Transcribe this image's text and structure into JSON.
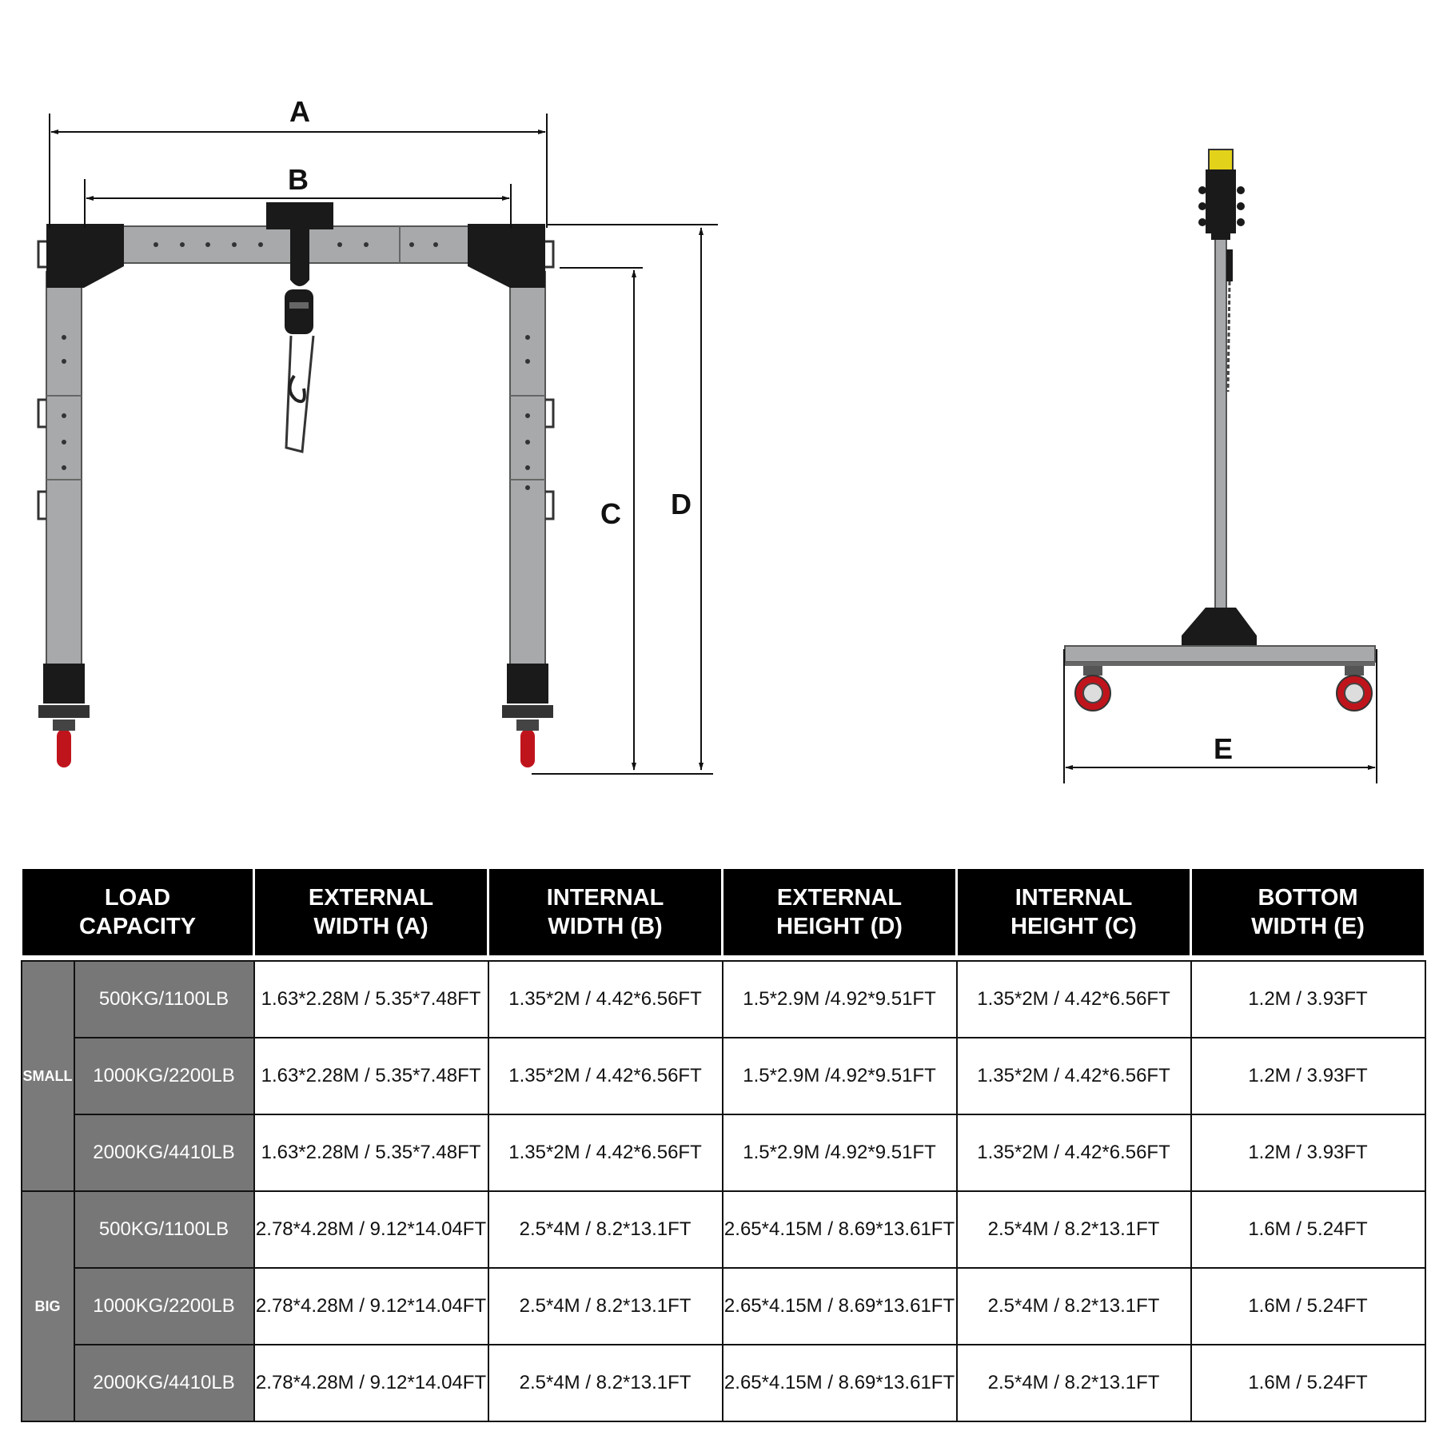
{
  "diagram": {
    "labels": {
      "a": "A",
      "b": "B",
      "c": "C",
      "d": "D",
      "e": "E"
    },
    "colors": {
      "frame": "#a7a9ab",
      "bracket": "#1a1a1a",
      "wheel": "#c0141c",
      "yellow": "#e3d21a"
    }
  },
  "table": {
    "headers": [
      "LOAD\nCAPACITY",
      "EXTERNAL\nWIDTH (A)",
      "INTERNAL\nWIDTH (B)",
      "EXTERNAL\nHEIGHT (D)",
      "INTERNAL\nHEIGHT (C)",
      "BOTTOM\nWIDTH (E)"
    ],
    "groups": [
      {
        "name": "SMALL",
        "rows": [
          {
            "capacity": "500KG/1100LB",
            "ext_width": "1.63*2.28M / 5.35*7.48FT",
            "int_width": "1.35*2M / 4.42*6.56FT",
            "ext_height": "1.5*2.9M /4.92*9.51FT",
            "int_height": "1.35*2M / 4.42*6.56FT",
            "bottom_width": "1.2M / 3.93FT"
          },
          {
            "capacity": "1000KG/2200LB",
            "ext_width": "1.63*2.28M / 5.35*7.48FT",
            "int_width": "1.35*2M / 4.42*6.56FT",
            "ext_height": "1.5*2.9M /4.92*9.51FT",
            "int_height": "1.35*2M / 4.42*6.56FT",
            "bottom_width": "1.2M / 3.93FT"
          },
          {
            "capacity": "2000KG/4410LB",
            "ext_width": "1.63*2.28M / 5.35*7.48FT",
            "int_width": "1.35*2M / 4.42*6.56FT",
            "ext_height": "1.5*2.9M /4.92*9.51FT",
            "int_height": "1.35*2M / 4.42*6.56FT",
            "bottom_width": "1.2M / 3.93FT"
          }
        ]
      },
      {
        "name": "BIG",
        "rows": [
          {
            "capacity": "500KG/1100LB",
            "ext_width": "2.78*4.28M / 9.12*14.04FT",
            "int_width": "2.5*4M / 8.2*13.1FT",
            "ext_height": "2.65*4.15M / 8.69*13.61FT",
            "int_height": "2.5*4M / 8.2*13.1FT",
            "bottom_width": "1.6M / 5.24FT"
          },
          {
            "capacity": "1000KG/2200LB",
            "ext_width": "2.78*4.28M / 9.12*14.04FT",
            "int_width": "2.5*4M / 8.2*13.1FT",
            "ext_height": "2.65*4.15M / 8.69*13.61FT",
            "int_height": "2.5*4M / 8.2*13.1FT",
            "bottom_width": "1.6M / 5.24FT"
          },
          {
            "capacity": "2000KG/4410LB",
            "ext_width": "2.78*4.28M / 9.12*14.04FT",
            "int_width": "2.5*4M / 8.2*13.1FT",
            "ext_height": "2.65*4.15M / 8.69*13.61FT",
            "int_height": "2.5*4M / 8.2*13.1FT",
            "bottom_width": "1.6M / 5.24FT"
          }
        ]
      }
    ]
  }
}
